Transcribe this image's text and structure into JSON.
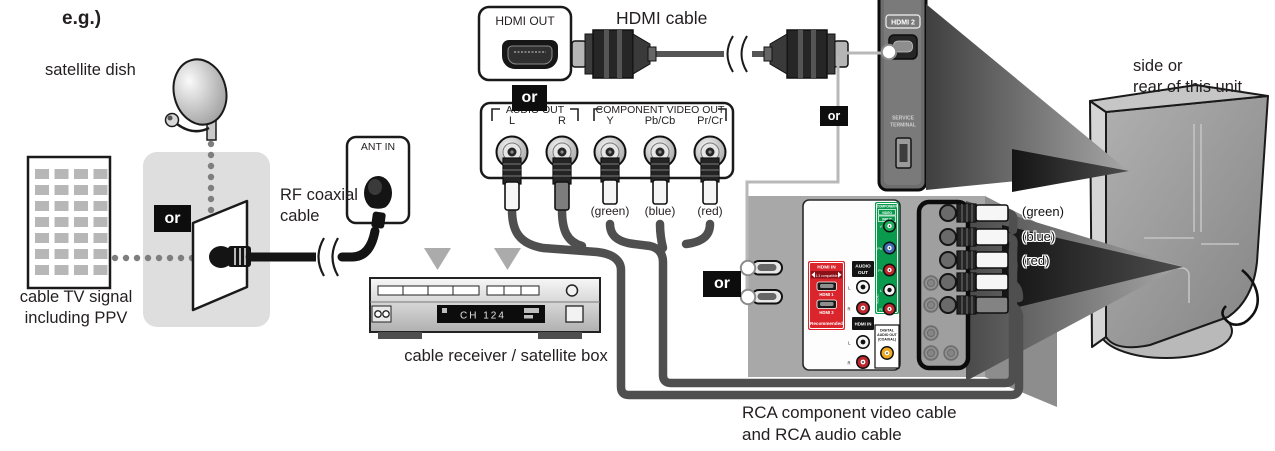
{
  "palette": {
    "hdmi_box_red": "#d9252b",
    "component_green_jack": "#1fae5e",
    "component_blue_jack": "#3f6db5",
    "jack_red": "#c1272d",
    "digital_coaxial_yellow": "#f0a81f",
    "badge_bg": "#0d0d0d",
    "cable_gray": "#4f4f4f"
  },
  "badges": {
    "or": "or"
  },
  "labels": {
    "example": "e.g.)",
    "satellite_dish": "satellite dish",
    "cable_tv_line1": "cable TV signal",
    "cable_tv_line2": "including PPV",
    "rf_line1": "RF coaxial",
    "rf_line2": "cable",
    "ant_in": "ANT IN",
    "receiver": "cable receiver / satellite box",
    "hdmi_out": "HDMI OUT",
    "hdmi_cable": "HDMI cable",
    "side_rear_line1": "side or",
    "side_rear_line2": "rear of this unit",
    "rca_line1": "RCA component video cable",
    "rca_line2": "and RCA audio cable"
  },
  "outputs_panel": {
    "audio_out_title": "AUDIO OUT",
    "left": "L",
    "right": "R",
    "component_title": "COMPONENT VIDEO OUT",
    "y": "Y",
    "pb": "Pb/Cb",
    "pr": "Pr/Cr",
    "green": "(green)",
    "blue": "(blue)",
    "red": "(red)"
  },
  "receiver_display": "CH 124",
  "side_panel": {
    "hdmi2": "HDMI 2",
    "service_line1": "SERVICE",
    "service_line2": "TERMINAL"
  },
  "rear_panel": {
    "hdmi_in_title": "HDMI IN",
    "hdmi_banner": "1.3 compatible",
    "hdmi_port1": "HDMI 1",
    "hdmi_port2": "HDMI 3",
    "hdmi_note": "Recommended",
    "audio_out_line1": "AUDIO",
    "audio_out_line2": "OUT",
    "hdmi_audio_title": "HDMI IN",
    "jack_l": "L",
    "jack_r": "R",
    "component_line1": "COMPONENT",
    "component_line2": "VIDEO",
    "component_line3": "INPUT",
    "comp_y": "Y",
    "comp_pb": "Pb",
    "comp_pr": "Pr",
    "comp_audio": "AUDIO",
    "digital_line1": "DIGITAL",
    "digital_line2": "AUDIO OUT",
    "digital_line3": "(COAXIAL)",
    "green": "(green)",
    "blue": "(blue)",
    "red": "(red)"
  }
}
